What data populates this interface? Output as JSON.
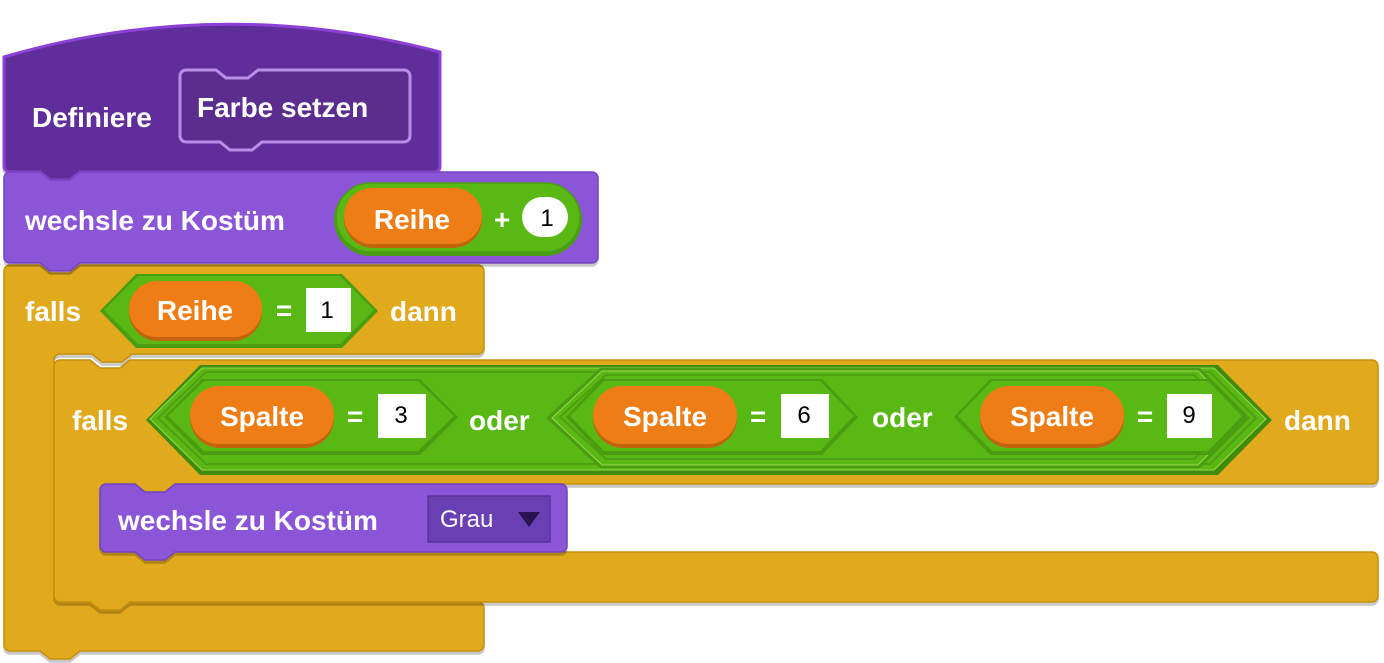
{
  "define_block": {
    "keyword": "Definiere",
    "name": "Farbe setzen"
  },
  "switch_costume_1": {
    "label": "wechsle zu Kostüm",
    "operator": "+",
    "variable": "Reihe",
    "operand": "1"
  },
  "if_outer": {
    "falls": "falls",
    "variable": "Reihe",
    "operator": "=",
    "value": "1",
    "dann": "dann"
  },
  "if_inner": {
    "falls": "falls",
    "dann": "dann",
    "or_1": "oder",
    "or_2": "oder",
    "conditions": [
      {
        "variable": "Spalte",
        "operator": "=",
        "value": "3"
      },
      {
        "variable": "Spalte",
        "operator": "=",
        "value": "6"
      },
      {
        "variable": "Spalte",
        "operator": "=",
        "value": "9"
      }
    ]
  },
  "switch_costume_2": {
    "label": "wechsle zu Kostüm",
    "dropdown_value": "Grau",
    "dropdown_icon": "triangle-down-icon"
  },
  "colors": {
    "events_purple": "#5f2e9a",
    "looks_purple": "#8a55d7",
    "control_gold": "#e1a91a",
    "operator_green": "#59b813",
    "variable_orange": "#ee7d16"
  }
}
